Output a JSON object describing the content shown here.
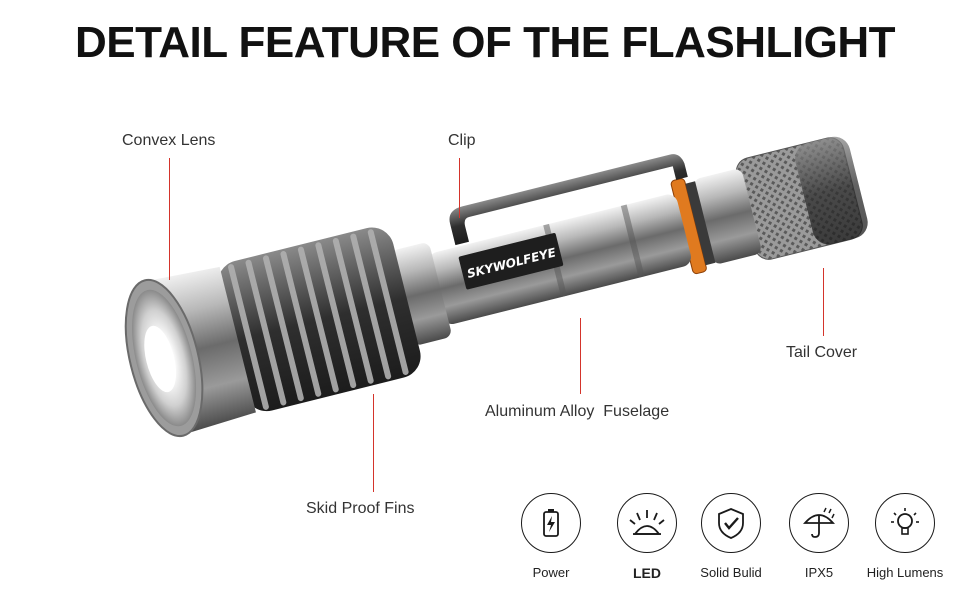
{
  "title": "DETAIL FEATURE OF THE FLASHLIGHT",
  "brand": "SKYWOLFEYE",
  "accent_color": "#d4342b",
  "ring_color": "#e07a1f",
  "callouts": {
    "convex_lens": "Convex Lens",
    "clip": "Clip",
    "tail_cover": "Tail Cover",
    "fuselage": "Aluminum Alloy  Fuselage",
    "fins": "Skid Proof Fins"
  },
  "features": [
    {
      "label": "Power",
      "icon": "battery-icon"
    },
    {
      "label": "LED",
      "icon": "led-icon"
    },
    {
      "label": "Solid Bulid",
      "icon": "shield-check-icon"
    },
    {
      "label": "IPX5",
      "icon": "umbrella-rain-icon"
    },
    {
      "label": "High Lumens",
      "icon": "bulb-icon"
    }
  ]
}
